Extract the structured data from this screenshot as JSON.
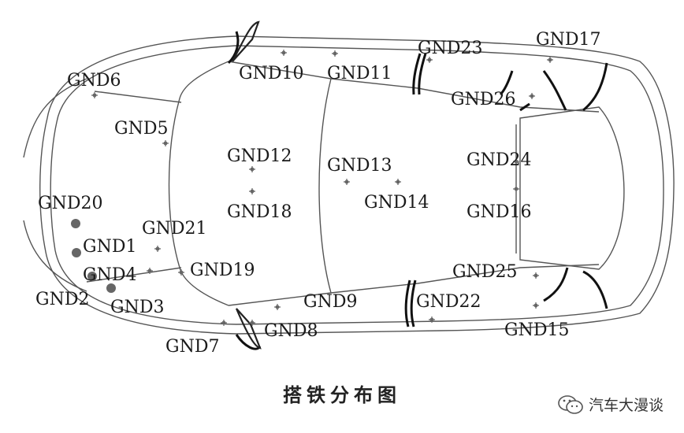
{
  "caption": "搭铁分布图",
  "watermark": {
    "text": "汽车大漫谈",
    "icon": "wechat-icon"
  },
  "ground_points": [
    {
      "id": "gnd1",
      "label": "GND1"
    },
    {
      "id": "gnd2",
      "label": "GND2"
    },
    {
      "id": "gnd3",
      "label": "GND3"
    },
    {
      "id": "gnd4",
      "label": "GND4"
    },
    {
      "id": "gnd5",
      "label": "GND5"
    },
    {
      "id": "gnd6",
      "label": "GND6"
    },
    {
      "id": "gnd7",
      "label": "GND7"
    },
    {
      "id": "gnd8",
      "label": "GND8"
    },
    {
      "id": "gnd9",
      "label": "GND9"
    },
    {
      "id": "gnd10",
      "label": "GND10"
    },
    {
      "id": "gnd11",
      "label": "GND11"
    },
    {
      "id": "gnd12",
      "label": "GND12"
    },
    {
      "id": "gnd13",
      "label": "GND13"
    },
    {
      "id": "gnd14",
      "label": "GND14"
    },
    {
      "id": "gnd15",
      "label": "GND15"
    },
    {
      "id": "gnd16",
      "label": "GND16"
    },
    {
      "id": "gnd17",
      "label": "GND17"
    },
    {
      "id": "gnd18",
      "label": "GND18"
    },
    {
      "id": "gnd19",
      "label": "GND19"
    },
    {
      "id": "gnd20",
      "label": "GND20"
    },
    {
      "id": "gnd21",
      "label": "GND21"
    },
    {
      "id": "gnd22",
      "label": "GND22"
    },
    {
      "id": "gnd23",
      "label": "GND23"
    },
    {
      "id": "gnd24",
      "label": "GND24"
    },
    {
      "id": "gnd25",
      "label": "GND25"
    },
    {
      "id": "gnd26",
      "label": "GND26"
    }
  ]
}
